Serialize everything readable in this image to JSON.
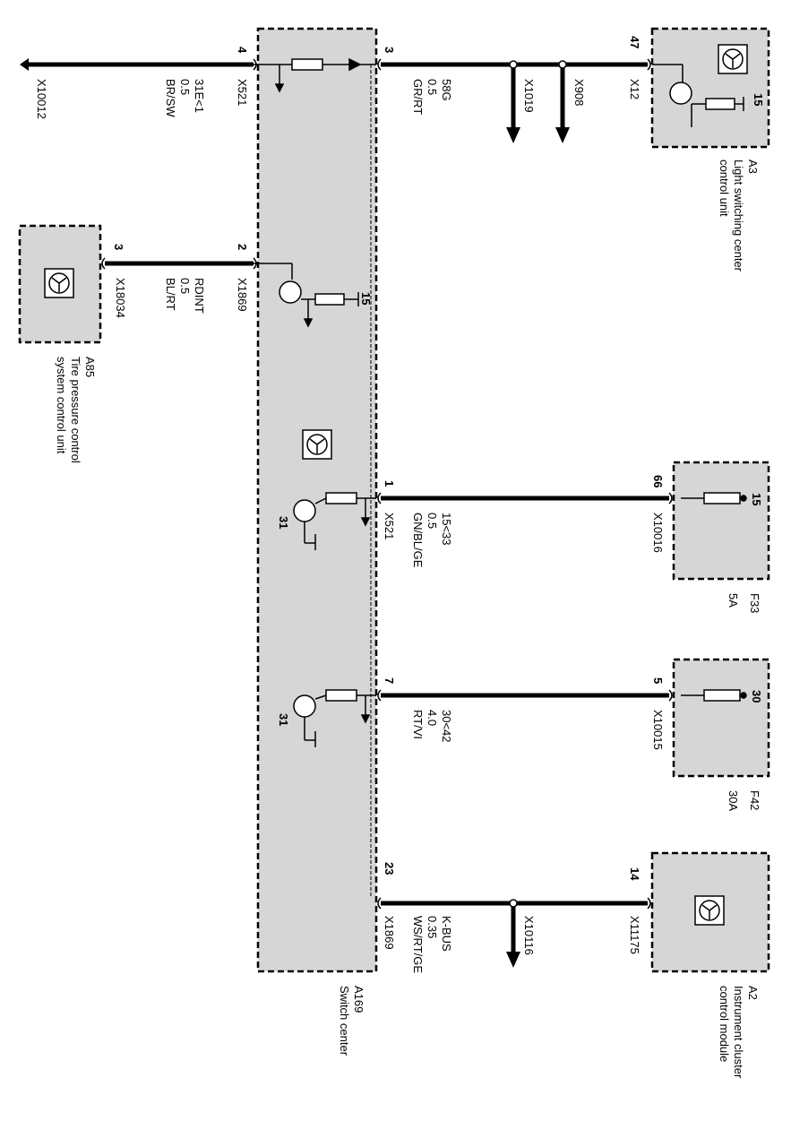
{
  "components": {
    "switch_center": {
      "ref": "A169",
      "name": "Switch center"
    },
    "light_switching": {
      "ref": "A3",
      "name1": "Light switching center",
      "name2": "control unit",
      "pin_a": "15"
    },
    "tire_pressure": {
      "ref": "A85",
      "name1": "Tire pressure control",
      "name2": "system control unit"
    },
    "fuse_f33": {
      "ref": "F33",
      "rating": "5A",
      "pin_a": "15"
    },
    "fuse_f42": {
      "ref": "F42",
      "rating": "30A",
      "pin_a": "30"
    },
    "instrument_cluster": {
      "ref": "A2",
      "name1": "Instrument cluster",
      "name2": "control module"
    }
  },
  "internal": {
    "pin15_a": "15",
    "gnd31_a": "31",
    "gnd31_b": "31"
  },
  "wires": {
    "w1": {
      "pin_left": "4",
      "conn_left": "X521",
      "pin_right": "3",
      "signal": "31E<1",
      "gauge": "0.5",
      "color": "BR/SW",
      "ground_conn": "X10012"
    },
    "w2": {
      "pin_left": "3",
      "conn_left": "X18034",
      "pin_right": "2",
      "conn_right": "X1869",
      "signal": "RDINT",
      "gauge": "0.5",
      "color": "BL/RT"
    },
    "w3": {
      "pin_sw": "3",
      "pin_a3": "47",
      "conn_a3": "X12",
      "signal": "58G",
      "gauge": "0.5",
      "color": "GR/RT",
      "splice1": "X1019",
      "splice2": "X908"
    },
    "w4": {
      "pin_sw": "1",
      "conn_sw": "X521",
      "pin_fuse": "66",
      "conn_fuse": "X10016",
      "signal": "15<33",
      "gauge": "0.5",
      "color": "GN/BL/GE"
    },
    "w5": {
      "pin_sw": "7",
      "pin_fuse": "5",
      "conn_fuse": "X10015",
      "signal": "30<42",
      "gauge": "4.0",
      "color": "RT/VI"
    },
    "w6": {
      "pin_sw": "23",
      "conn_sw": "X1869",
      "pin_a2": "14",
      "conn_a2": "X11175",
      "signal": "K-BUS",
      "gauge": "0.35",
      "color": "WS/RT/GE",
      "splice": "X10116"
    }
  }
}
